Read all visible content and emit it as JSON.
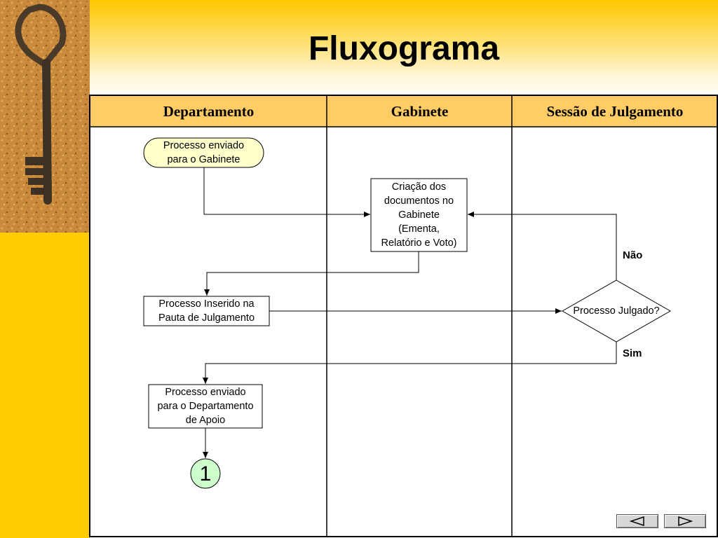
{
  "title": "Fluxograma",
  "lanes": [
    "Departamento",
    "Gabinete",
    "Sessão de Julgamento"
  ],
  "nodes": {
    "start": "Processo enviado\npara o Gabinete",
    "criacao": "Criação dos\ndocumentos no\nGabinete\n(Ementa,\nRelatório e Voto)",
    "pauta": "Processo Inserido na\nPauta de Julgamento",
    "decisao": "Processo Julgado?",
    "apoio": "Processo enviado\npara o Departamento\nde Apoio",
    "connector": "1"
  },
  "edges": {
    "nao": "Não",
    "sim": "Sim"
  },
  "colors": {
    "side_band": "#ffcc00",
    "lane_header_bg": "#ffcc66",
    "start_fill": "#ffffcc",
    "connector_fill": "#ccffcc"
  },
  "navigation": {
    "prev_icon": "triangle-left-icon",
    "next_icon": "triangle-right-icon"
  }
}
